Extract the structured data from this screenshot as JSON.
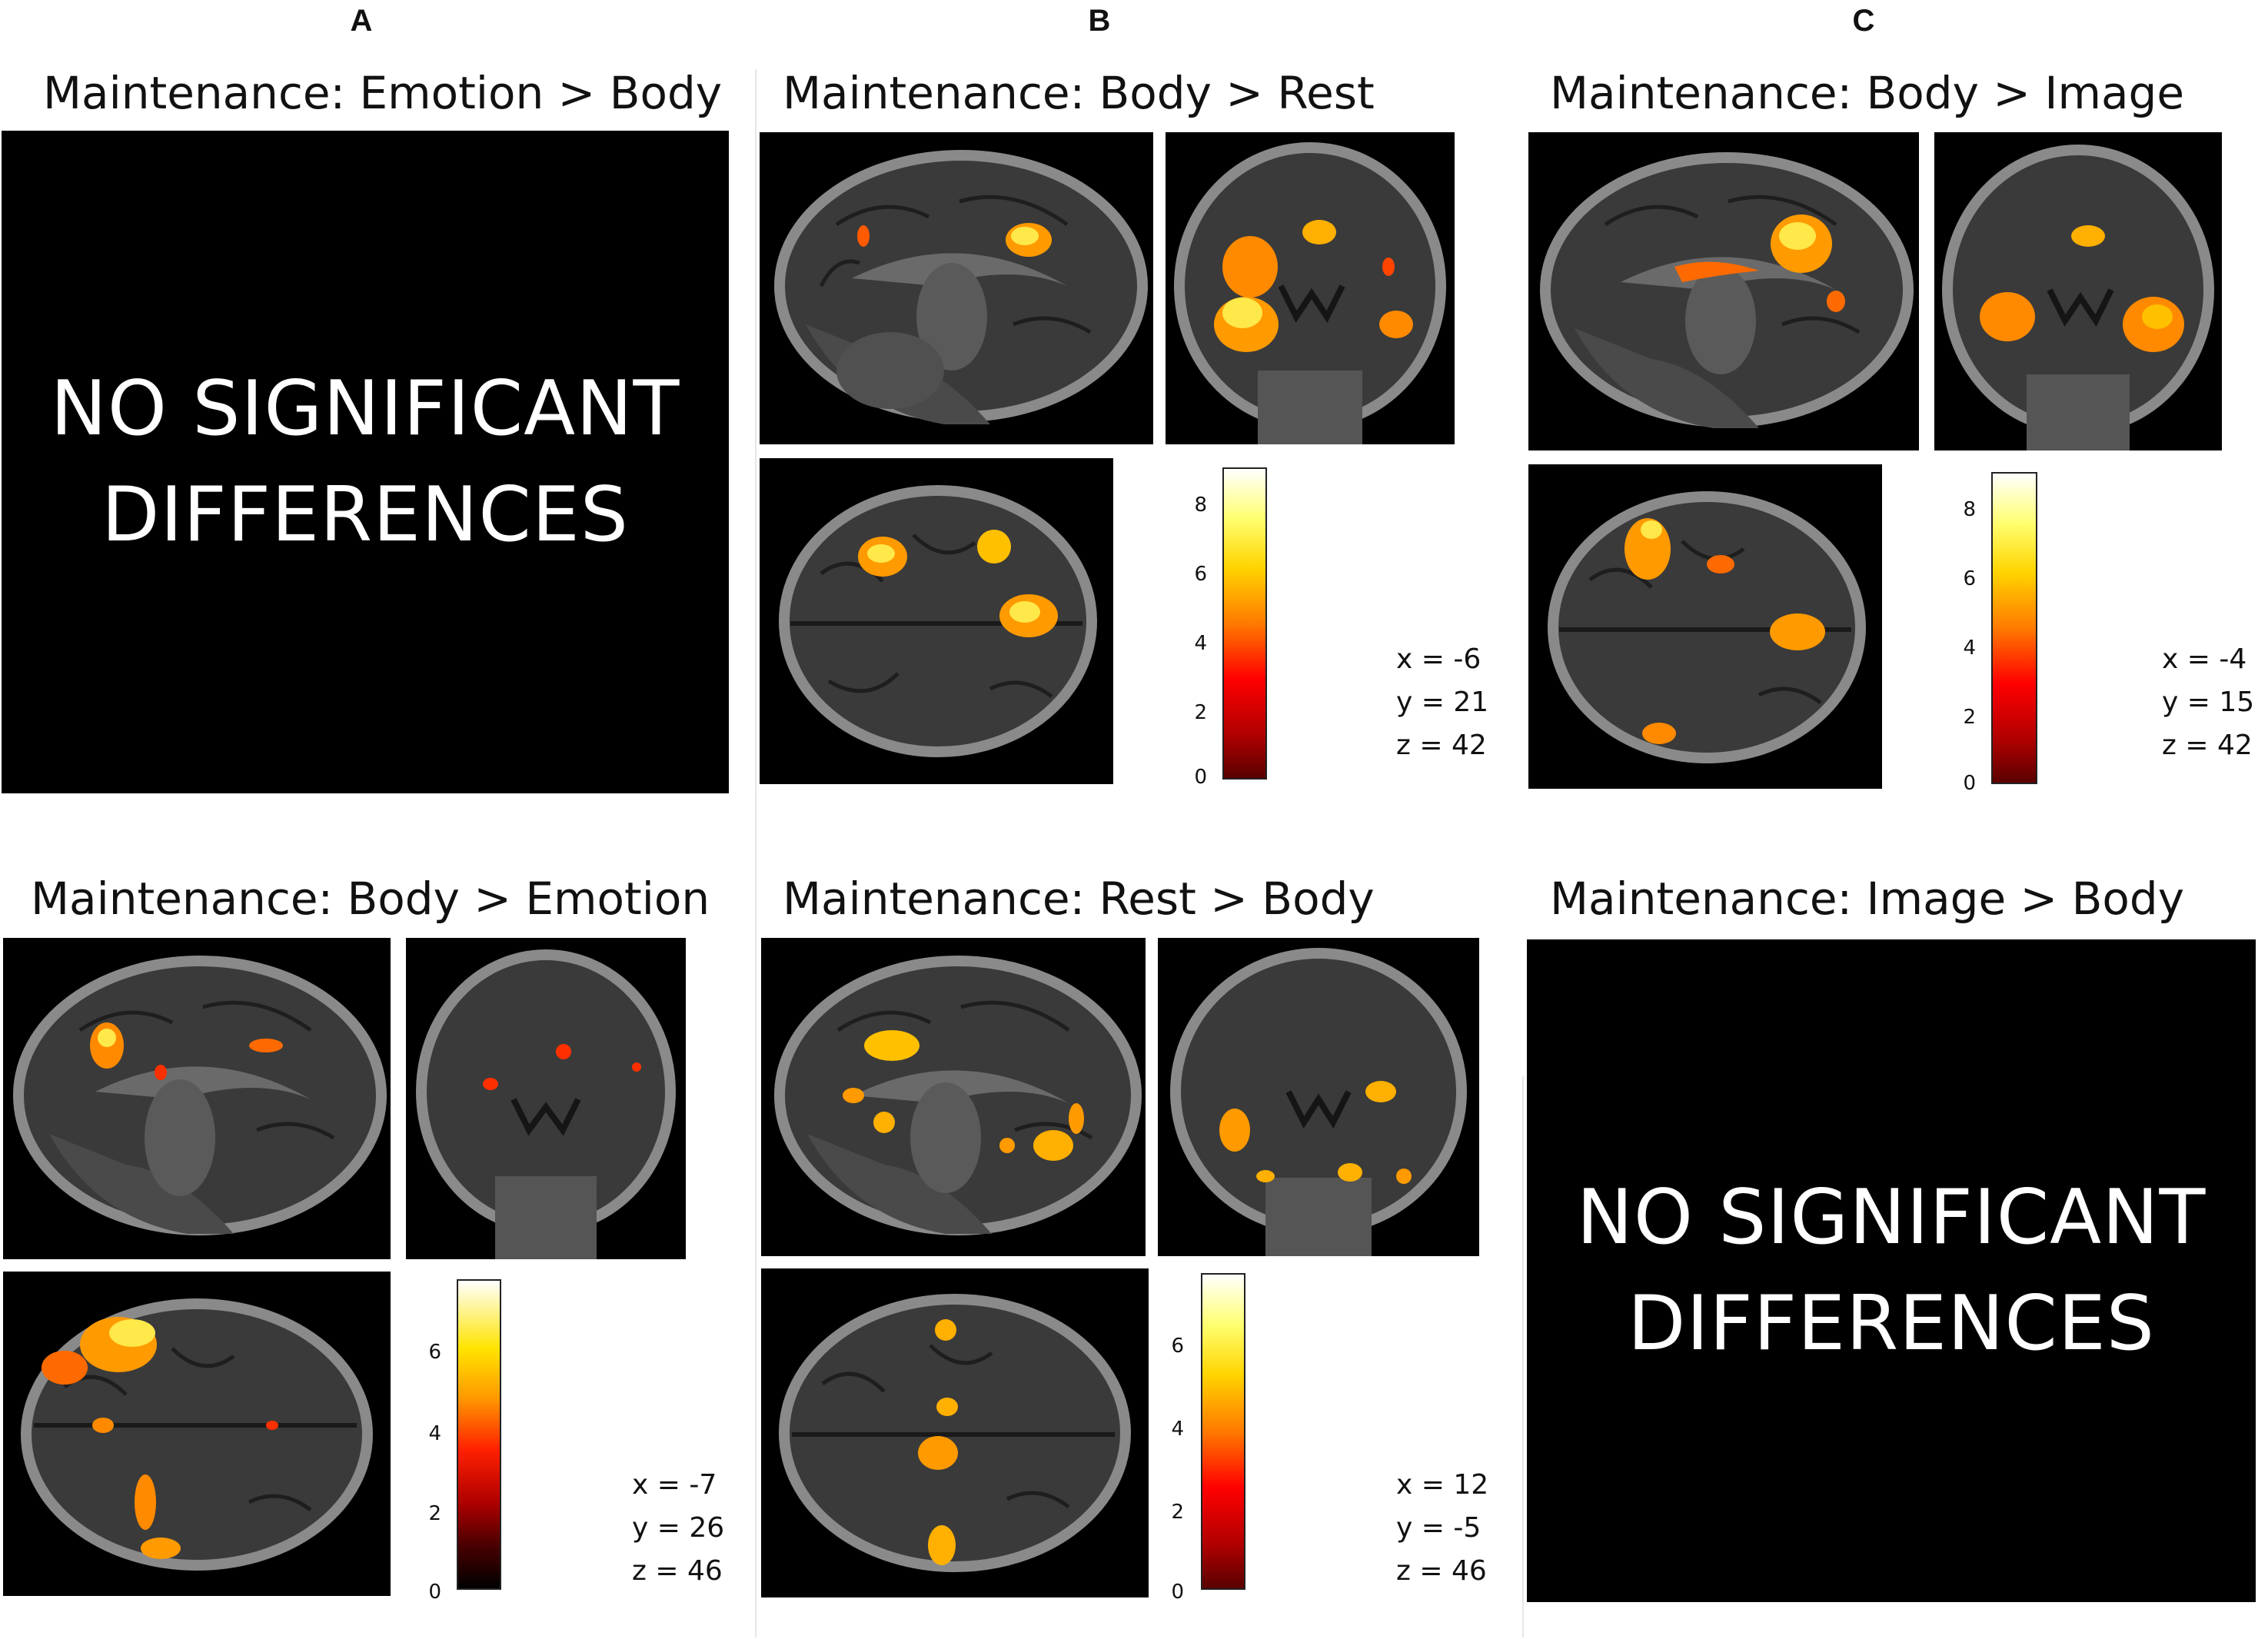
{
  "columns": [
    "A",
    "B",
    "C"
  ],
  "panels": {
    "a_top": {
      "title": "Maintenance: Emotion > Body",
      "message": [
        "NO SIGNIFICANT",
        "DIFFERENCES"
      ]
    },
    "b_top": {
      "title": "Maintenance: Body > Rest",
      "colorbar_ticks": [
        "8",
        "6",
        "4",
        "2",
        "0"
      ],
      "coords": [
        "x = -6",
        "y = 21",
        "z = 42"
      ]
    },
    "c_top": {
      "title": "Maintenance: Body > Image",
      "colorbar_ticks": [
        "8",
        "6",
        "4",
        "2",
        "0"
      ],
      "coords": [
        "x = -4",
        "y = 15",
        "z = 42"
      ]
    },
    "a_bottom": {
      "title": "Maintenance: Body > Emotion",
      "colorbar_ticks": [
        "6",
        "4",
        "2",
        "0"
      ],
      "coords": [
        "x = -7",
        "y = 26",
        "z = 46"
      ]
    },
    "b_bottom": {
      "title": "Maintenance: Rest > Body",
      "colorbar_ticks": [
        "6",
        "4",
        "2",
        "0"
      ],
      "coords": [
        "x = 12",
        "y = -5",
        "z = 46"
      ]
    },
    "c_bottom": {
      "title": "Maintenance: Image > Body",
      "message": [
        "NO SIGNIFICANT",
        "DIFFERENCES"
      ]
    }
  },
  "colors": {
    "hot_low": "#b00000",
    "hot_mid": "#ff7a00",
    "hot_high": "#ffff70",
    "background": "#000000"
  }
}
